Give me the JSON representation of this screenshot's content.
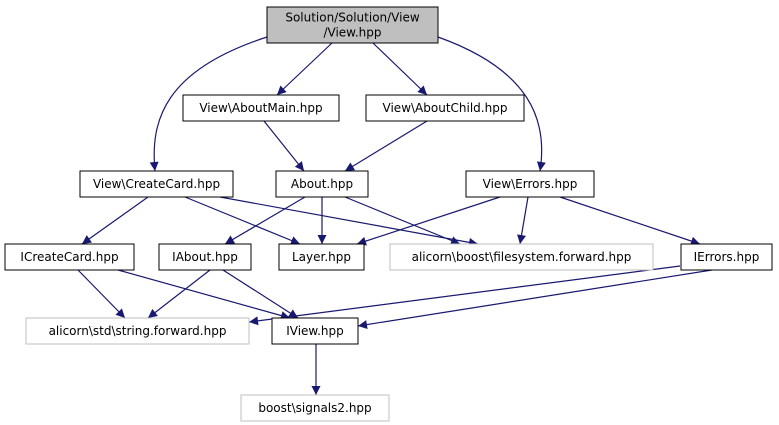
{
  "graph": {
    "colors": {
      "edge": "#191970",
      "root_fill": "#bfbfbf",
      "node_border": "#000000",
      "external_border": "#bfbfbf",
      "text": "#000000",
      "background": "#ffffff"
    },
    "nodes": [
      {
        "id": "root",
        "lines": [
          "Solution/Solution/View",
          "/View.hpp"
        ],
        "kind": "root"
      },
      {
        "id": "aboutmain",
        "lines": [
          "View\\AboutMain.hpp"
        ],
        "kind": "normal"
      },
      {
        "id": "aboutchild",
        "lines": [
          "View\\AboutChild.hpp"
        ],
        "kind": "normal"
      },
      {
        "id": "createcard",
        "lines": [
          "View\\CreateCard.hpp"
        ],
        "kind": "normal"
      },
      {
        "id": "about",
        "lines": [
          "About.hpp"
        ],
        "kind": "normal"
      },
      {
        "id": "errors",
        "lines": [
          "View\\Errors.hpp"
        ],
        "kind": "normal"
      },
      {
        "id": "icreatecard",
        "lines": [
          "ICreateCard.hpp"
        ],
        "kind": "normal"
      },
      {
        "id": "iabout",
        "lines": [
          "IAbout.hpp"
        ],
        "kind": "normal"
      },
      {
        "id": "layer",
        "lines": [
          "Layer.hpp"
        ],
        "kind": "normal"
      },
      {
        "id": "fsforward",
        "lines": [
          "alicorn\\boost\\filesystem.forward.hpp"
        ],
        "kind": "external"
      },
      {
        "id": "ierrors",
        "lines": [
          "IErrors.hpp"
        ],
        "kind": "normal"
      },
      {
        "id": "strforward",
        "lines": [
          "alicorn\\std\\string.forward.hpp"
        ],
        "kind": "external"
      },
      {
        "id": "iview",
        "lines": [
          "IView.hpp"
        ],
        "kind": "normal"
      },
      {
        "id": "signals2",
        "lines": [
          "boost\\signals2.hpp"
        ],
        "kind": "external"
      }
    ],
    "edges": [
      {
        "from": "root",
        "to": "aboutmain"
      },
      {
        "from": "root",
        "to": "aboutchild"
      },
      {
        "from": "root",
        "to": "createcard"
      },
      {
        "from": "root",
        "to": "errors"
      },
      {
        "from": "aboutmain",
        "to": "about"
      },
      {
        "from": "aboutchild",
        "to": "about"
      },
      {
        "from": "createcard",
        "to": "icreatecard"
      },
      {
        "from": "createcard",
        "to": "layer"
      },
      {
        "from": "createcard",
        "to": "fsforward"
      },
      {
        "from": "about",
        "to": "iabout"
      },
      {
        "from": "about",
        "to": "layer"
      },
      {
        "from": "about",
        "to": "fsforward"
      },
      {
        "from": "errors",
        "to": "layer"
      },
      {
        "from": "errors",
        "to": "fsforward"
      },
      {
        "from": "errors",
        "to": "ierrors"
      },
      {
        "from": "icreatecard",
        "to": "strforward"
      },
      {
        "from": "icreatecard",
        "to": "iview"
      },
      {
        "from": "iabout",
        "to": "strforward"
      },
      {
        "from": "iabout",
        "to": "iview"
      },
      {
        "from": "ierrors",
        "to": "strforward"
      },
      {
        "from": "ierrors",
        "to": "iview"
      },
      {
        "from": "iview",
        "to": "signals2"
      }
    ]
  }
}
